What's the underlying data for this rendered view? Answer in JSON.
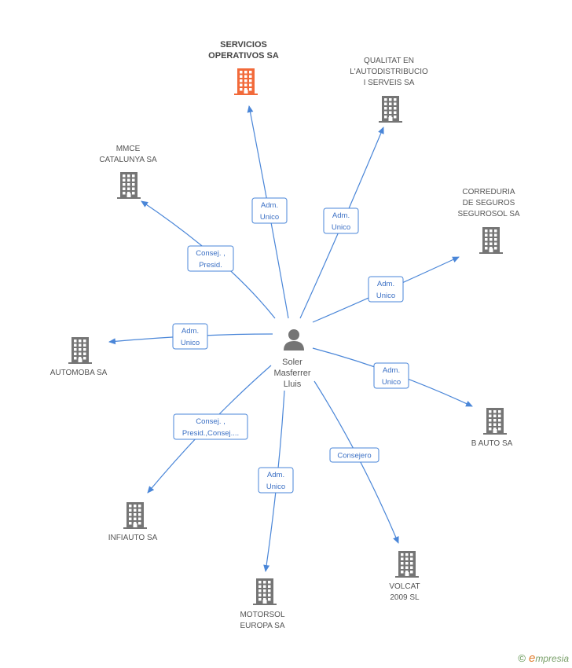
{
  "center": {
    "name_lines": [
      "Soler",
      "Masferrer",
      "Lluis"
    ]
  },
  "colors": {
    "edge": "#4a86d8",
    "building": "#757575",
    "highlight": "#f26a3a"
  },
  "nodes": [
    {
      "id": "servicios",
      "lines": [
        "SERVICIOS",
        "OPERATIVOS SA"
      ],
      "highlight": true,
      "edge": [
        "Adm.",
        "Unico"
      ]
    },
    {
      "id": "qualitat",
      "lines": [
        "QUALITAT EN",
        "L'AUTODISTRIBUCIO",
        "I SERVEIS SA"
      ],
      "highlight": false,
      "edge": [
        "Adm.",
        "Unico"
      ]
    },
    {
      "id": "mmce",
      "lines": [
        "MMCE",
        "CATALUNYA SA"
      ],
      "highlight": false,
      "edge": [
        "Consej. ,",
        "Presid."
      ]
    },
    {
      "id": "correduria",
      "lines": [
        "CORREDURIA",
        "DE SEGUROS",
        "SEGUROSOL SA"
      ],
      "highlight": false,
      "edge": [
        "Adm.",
        "Unico"
      ]
    },
    {
      "id": "automoba",
      "lines": [
        "AUTOMOBA SA"
      ],
      "highlight": false,
      "edge": [
        "Adm.",
        "Unico"
      ]
    },
    {
      "id": "bauto",
      "lines": [
        "B AUTO SA"
      ],
      "highlight": false,
      "edge": [
        "Adm.",
        "Unico"
      ]
    },
    {
      "id": "infiauto",
      "lines": [
        "INFIAUTO SA"
      ],
      "highlight": false,
      "edge": [
        "Consej. ,",
        "Presid.,Consej...."
      ]
    },
    {
      "id": "motorsol",
      "lines": [
        "MOTORSOL",
        "EUROPA SA"
      ],
      "highlight": false,
      "edge": [
        "Adm.",
        "Unico"
      ]
    },
    {
      "id": "volcat",
      "lines": [
        "VOLCAT",
        "2009 SL"
      ],
      "highlight": false,
      "edge": [
        "Consejero"
      ]
    }
  ],
  "footer": {
    "copyright": "©",
    "brand_initial": "e",
    "brand_rest": "mpresia"
  }
}
